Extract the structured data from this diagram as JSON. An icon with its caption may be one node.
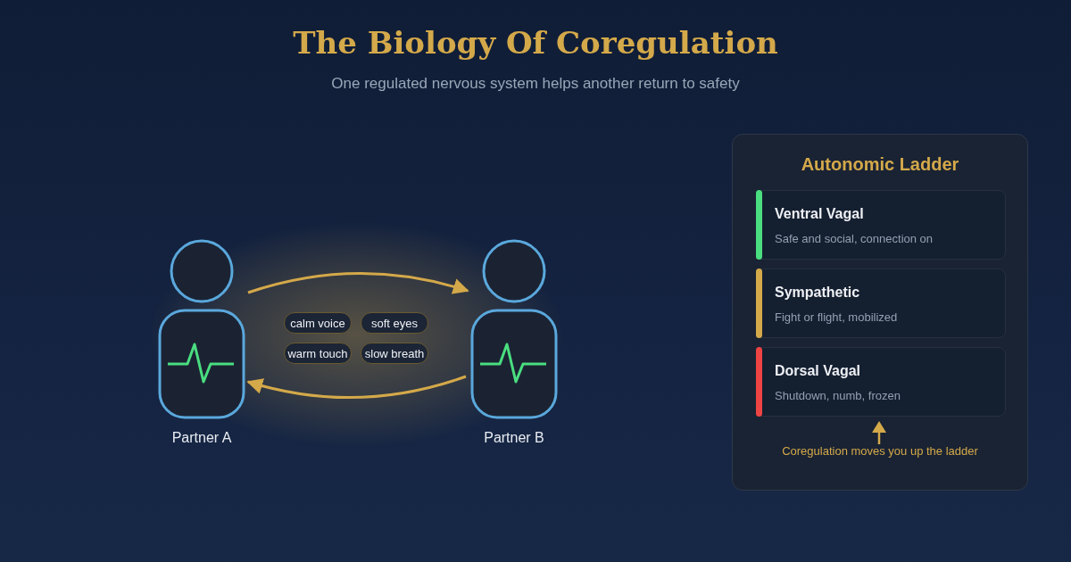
{
  "diagram": {
    "title": "The Biology Of Coregulation",
    "nodes": [
      {
        "text": [
          "Partner A"
        ]
      },
      {
        "text": [
          "Partner B"
        ]
      },
      {
        "text": [
          "calm voice"
        ]
      },
      {
        "text": [
          "soft eyes"
        ]
      },
      {
        "text": [
          "warm touch"
        ]
      },
      {
        "text": [
          "slow breath"
        ]
      },
      {
        "text": [
          "Autonomic Ladder"
        ]
      },
      {
        "text": [
          "Ventral Vagal",
          "Safe and social, connection on"
        ],
        "in": 6
      },
      {
        "text": [
          "Sympathetic",
          "Fight or flight, mobilized"
        ],
        "in": 6
      },
      {
        "text": [
          "Dorsal Vagal",
          "Shutdown, numb, frozen"
        ],
        "in": 6
      }
    ],
    "edges": [
      {
        "from": 0,
        "to": 1,
        "arrow": "to"
      },
      {
        "from": 1,
        "to": 0,
        "arrow": "to"
      }
    ],
    "labels": [
      "One regulated nervous system helps another return to safety",
      "Coregulation moves you up the ladder"
    ]
  }
}
